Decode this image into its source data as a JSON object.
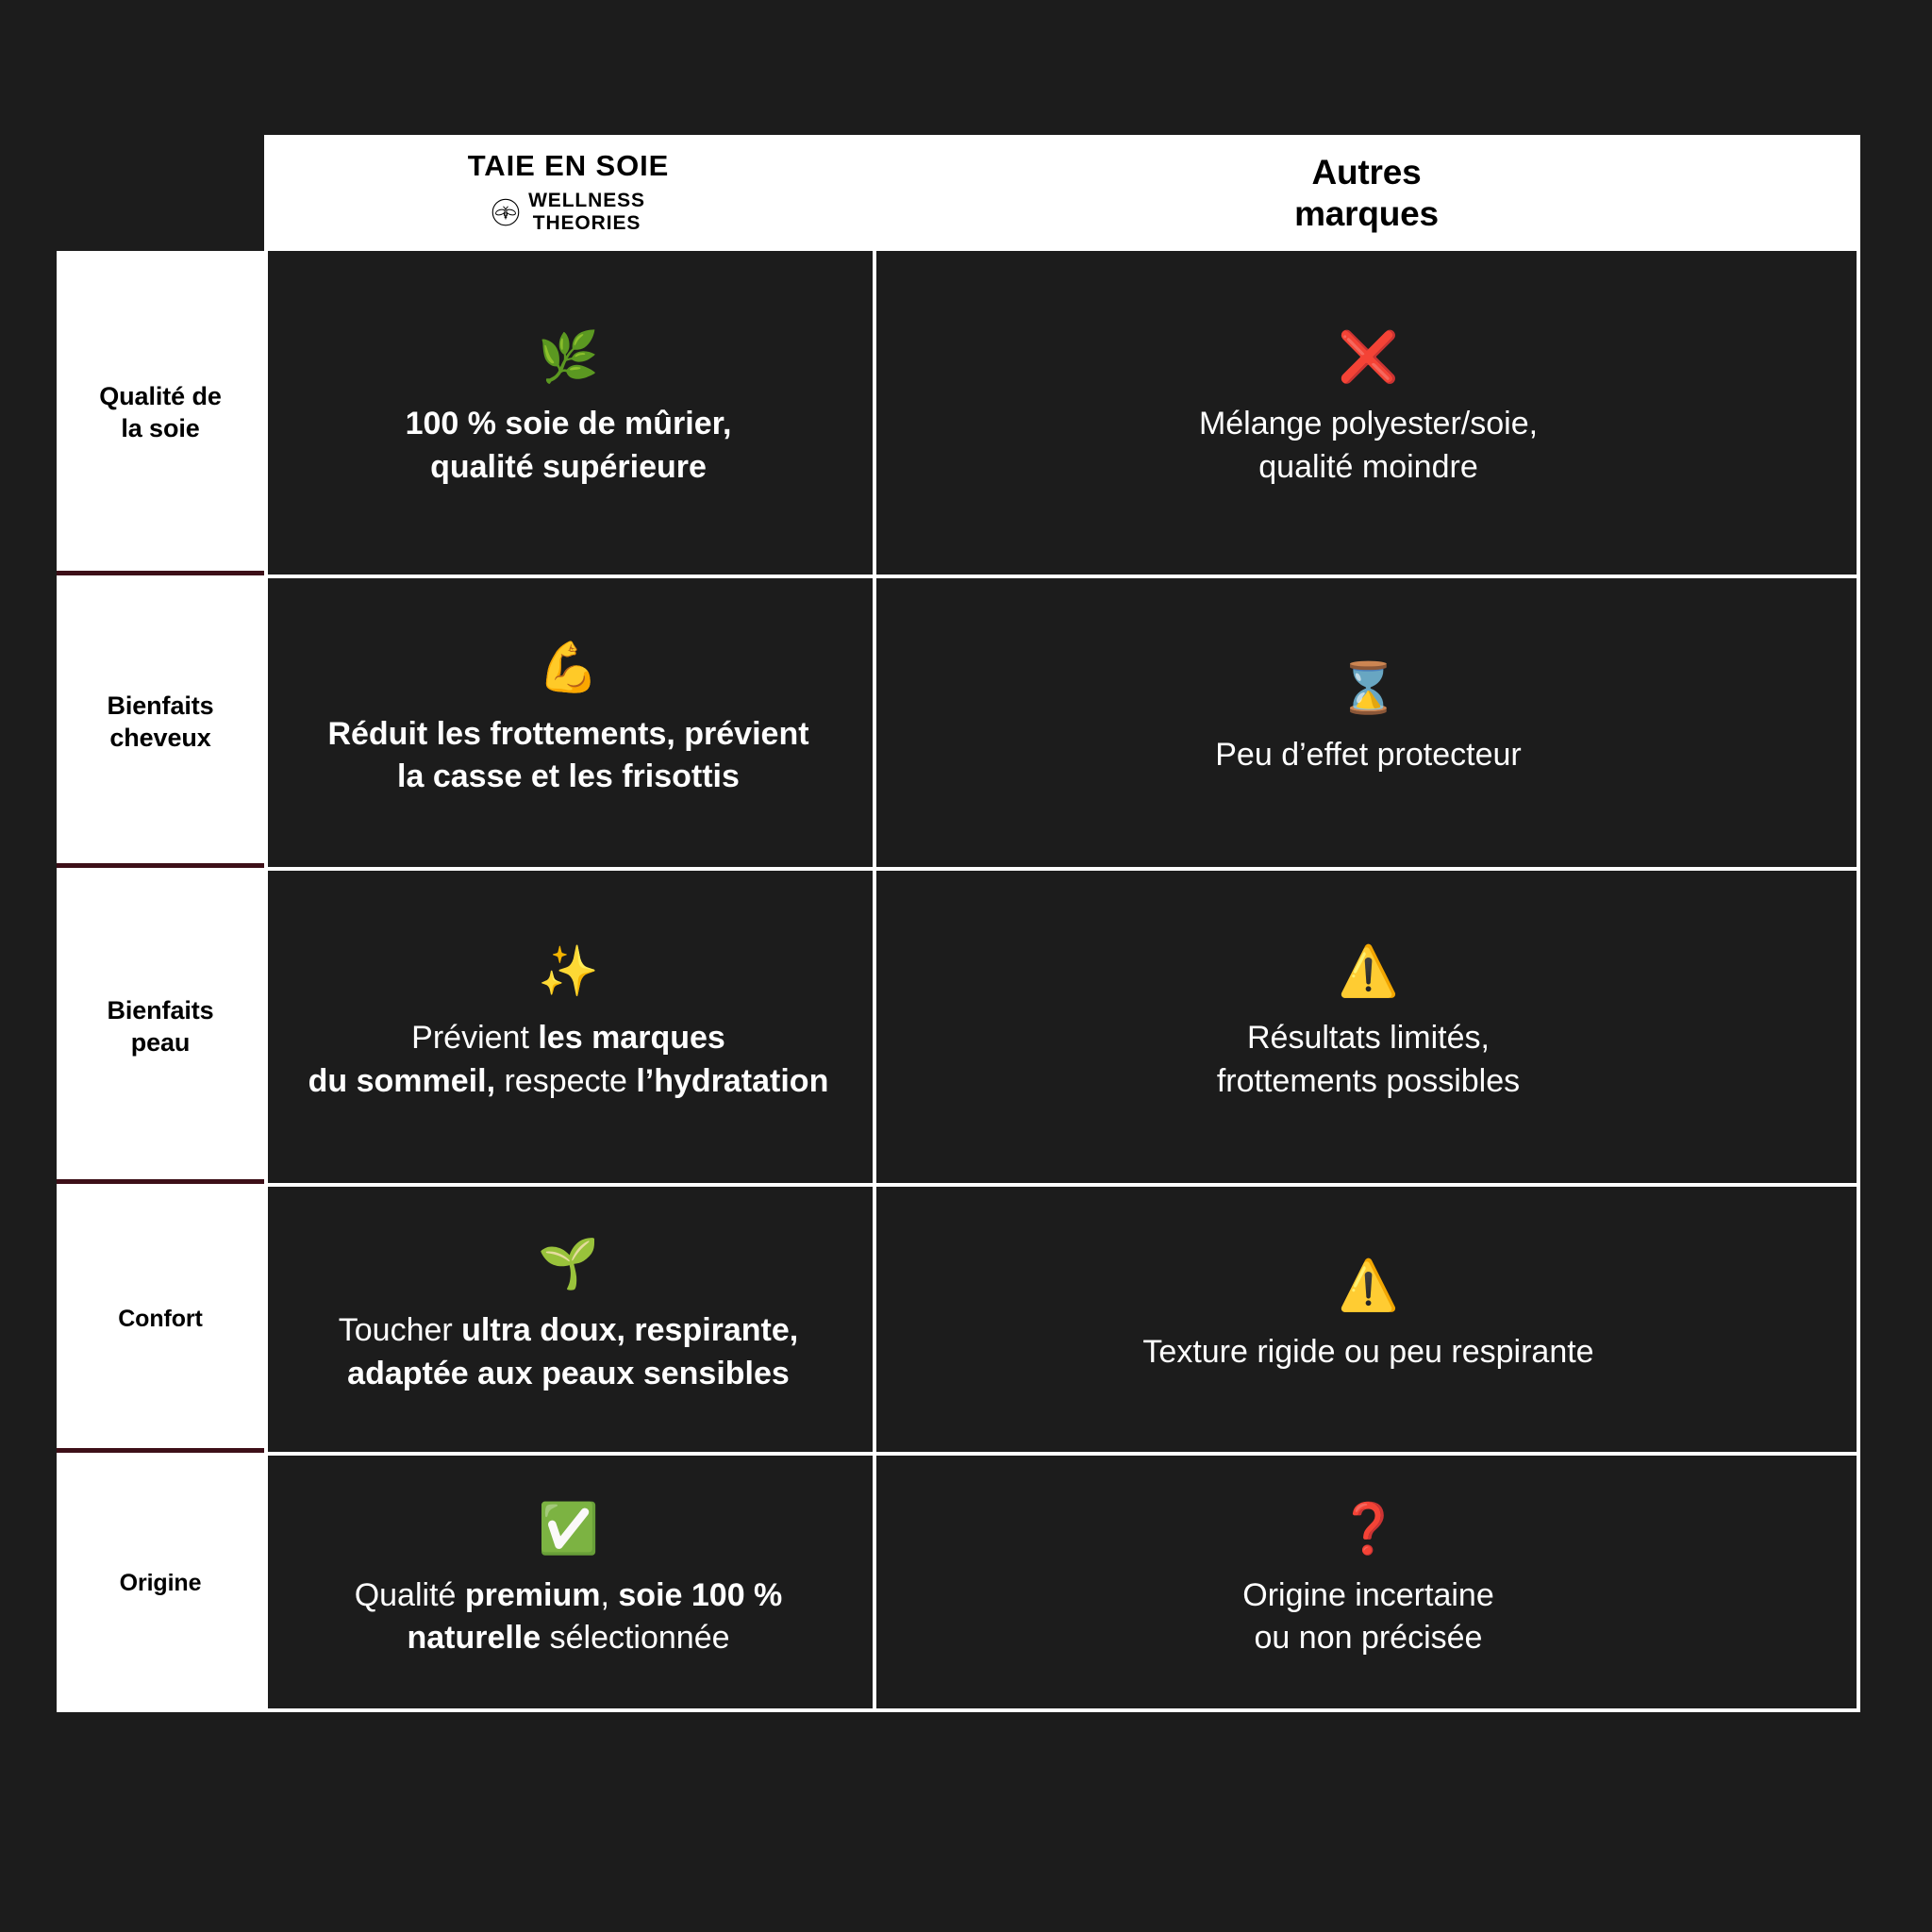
{
  "theme": {
    "background": "#1c1c1c",
    "cell_background": "#1c1c1c",
    "label_background": "#ffffff",
    "grid_line": "#ffffff",
    "accent_divider": "#3d0f18",
    "text_on_dark": "#ffffff",
    "text_on_light": "#000000"
  },
  "header": {
    "product_title": "TAIE EN SOIE",
    "brand_name_line1": "WELLNESS",
    "brand_name_line2": "THEORIES",
    "brand_logo_icon": "bee-in-circle-icon",
    "others_title_line1": "Autres",
    "others_title_line2": "marques"
  },
  "rows": [
    {
      "label_line1": "Qualité de",
      "label_line2": "la soie",
      "product": {
        "emoji": "🌿",
        "emoji_name": "herb-icon",
        "line1": "100 % soie de mûrier,",
        "line2": "qualité supérieure"
      },
      "other": {
        "emoji": "❌",
        "emoji_name": "cross-mark-icon",
        "line1": "Mélange polyester/soie,",
        "line2": "qualité moindre"
      }
    },
    {
      "label_line1": "Bienfaits",
      "label_line2": "cheveux",
      "product": {
        "emoji": "💪",
        "emoji_name": "flexed-biceps-icon",
        "line1": "Réduit les frottements, prévient",
        "line2": "la casse et les frisottis"
      },
      "other": {
        "emoji": "⌛",
        "emoji_name": "hourglass-done-icon",
        "line1": "Peu d’effet protecteur",
        "line2": ""
      }
    },
    {
      "label_line1": "Bienfaits",
      "label_line2": "peau",
      "product": {
        "emoji": "✨",
        "emoji_name": "sparkles-icon",
        "line1": "Prévient les marques",
        "line2": "du sommeil, respecte l’hydratation",
        "segments": [
          {
            "text": "Prévient ",
            "bold": false
          },
          {
            "text": "les marques",
            "bold": true
          },
          {
            "text": "\n",
            "bold": false
          },
          {
            "text": "du sommeil,",
            "bold": true
          },
          {
            "text": " respecte ",
            "bold": false
          },
          {
            "text": "l’hydratation",
            "bold": true
          }
        ]
      },
      "other": {
        "emoji": "⚠️",
        "emoji_name": "warning-icon",
        "line1": "Résultats limités,",
        "line2": "frottements possibles"
      }
    },
    {
      "label_line1": "Confort",
      "label_line2": "",
      "product": {
        "emoji": "🌱",
        "emoji_name": "seedling-icon",
        "line1": "Toucher ultra doux, respirante,",
        "line2": "adaptée aux peaux sensibles",
        "segments": [
          {
            "text": "Toucher ",
            "bold": false
          },
          {
            "text": "ultra doux, respirante,",
            "bold": true
          },
          {
            "text": "\n",
            "bold": false
          },
          {
            "text": "adaptée aux peaux sensibles",
            "bold": true
          }
        ]
      },
      "other": {
        "emoji": "⚠️",
        "emoji_name": "warning-icon",
        "line1": "Texture rigide ou peu respirante",
        "line2": ""
      }
    },
    {
      "label_line1": "Origine",
      "label_line2": "",
      "product": {
        "emoji": "✅",
        "emoji_name": "check-mark-button-icon",
        "line1": "Qualité premium, soie 100 %",
        "line2": "naturelle sélectionnée",
        "segments": [
          {
            "text": "Qualité ",
            "bold": false
          },
          {
            "text": "premium",
            "bold": true
          },
          {
            "text": ", ",
            "bold": false
          },
          {
            "text": "soie 100 %",
            "bold": true
          },
          {
            "text": "\n",
            "bold": false
          },
          {
            "text": "naturelle",
            "bold": true
          },
          {
            "text": " sélectionnée",
            "bold": false
          }
        ]
      },
      "other": {
        "emoji": "❓",
        "emoji_name": "red-question-mark-icon",
        "line1": "Origine incertaine",
        "line2": "ou non précisée"
      }
    }
  ]
}
